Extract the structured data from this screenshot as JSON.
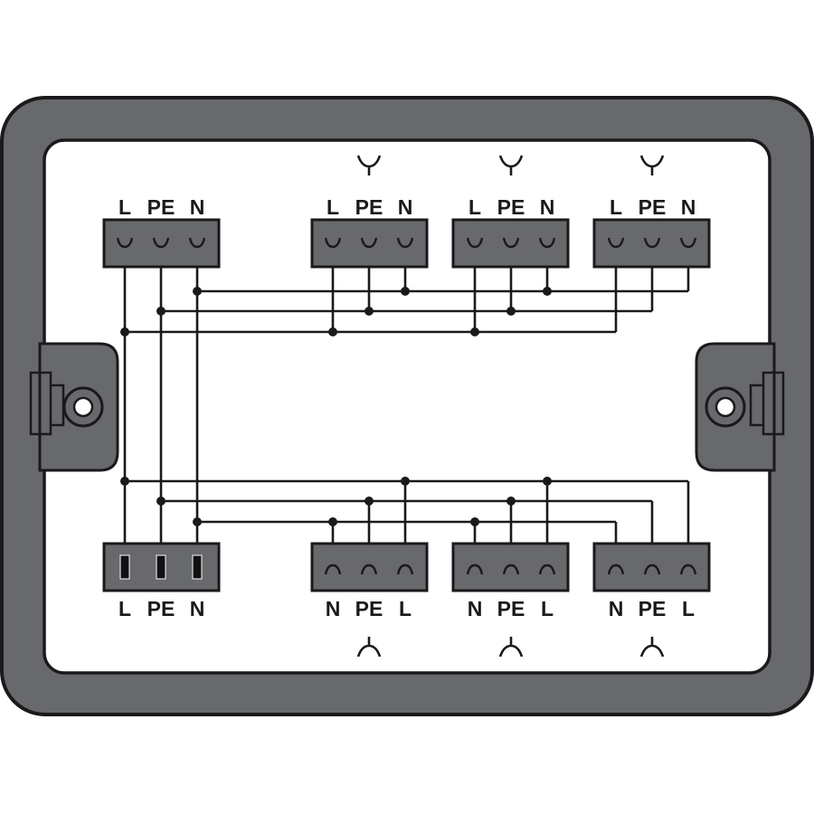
{
  "diagram": {
    "connectors": [
      {
        "id": "input-top-left",
        "labels": [
          "L",
          "PE",
          "N"
        ],
        "kind": "socket",
        "outlet_symbol": false
      },
      {
        "id": "output-top-1",
        "labels": [
          "L",
          "PE",
          "N"
        ],
        "kind": "socket",
        "outlet_symbol": true
      },
      {
        "id": "output-top-2",
        "labels": [
          "L",
          "PE",
          "N"
        ],
        "kind": "socket",
        "outlet_symbol": true
      },
      {
        "id": "output-top-3",
        "labels": [
          "L",
          "PE",
          "N"
        ],
        "kind": "socket",
        "outlet_symbol": true
      },
      {
        "id": "input-bottom-left",
        "labels": [
          "L",
          "PE",
          "N"
        ],
        "kind": "pin",
        "outlet_symbol": false
      },
      {
        "id": "output-bottom-1",
        "labels": [
          "N",
          "PE",
          "L"
        ],
        "kind": "socket",
        "outlet_symbol": true
      },
      {
        "id": "output-bottom-2",
        "labels": [
          "N",
          "PE",
          "L"
        ],
        "kind": "socket",
        "outlet_symbol": true
      },
      {
        "id": "output-bottom-3",
        "labels": [
          "N",
          "PE",
          "L"
        ],
        "kind": "socket",
        "outlet_symbol": true
      }
    ],
    "colors": {
      "housing": "#68696d",
      "line": "#1a1a1a",
      "background": "#ffffff"
    }
  }
}
